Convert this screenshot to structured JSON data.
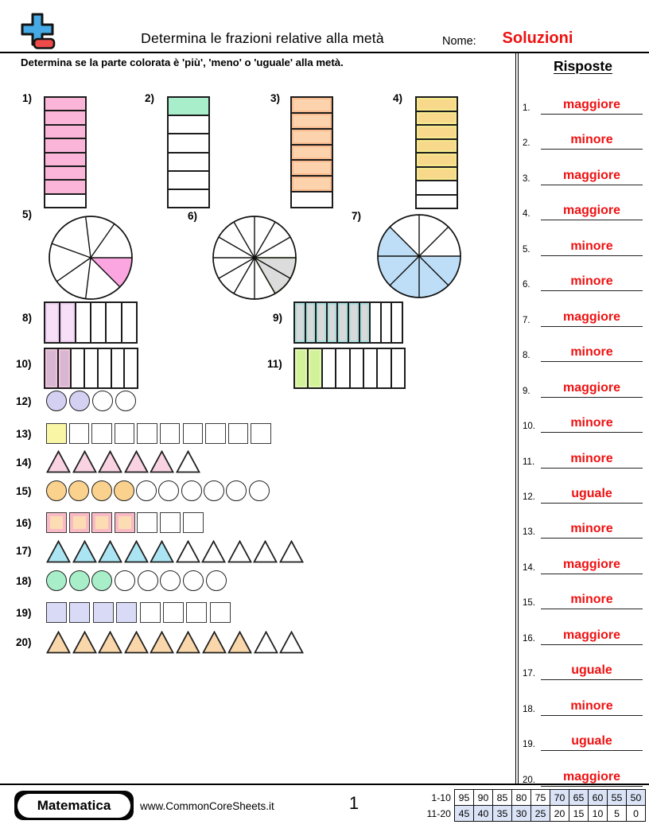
{
  "header": {
    "title": "Determina le frazioni relative alla metà",
    "name_label": "Nome:",
    "solution_text": "Soluzioni",
    "accent_red": "#ee1111"
  },
  "instruction": "Determina se la parte colorata è 'più', 'meno' o 'uguale' alla metà.",
  "answers_panel": {
    "title": "Risposte",
    "items": [
      {
        "num": "1.",
        "value": "maggiore"
      },
      {
        "num": "2.",
        "value": "minore"
      },
      {
        "num": "3.",
        "value": "maggiore"
      },
      {
        "num": "4.",
        "value": "maggiore"
      },
      {
        "num": "5.",
        "value": "minore"
      },
      {
        "num": "6.",
        "value": "minore"
      },
      {
        "num": "7.",
        "value": "maggiore"
      },
      {
        "num": "8.",
        "value": "minore"
      },
      {
        "num": "9.",
        "value": "maggiore"
      },
      {
        "num": "10.",
        "value": "minore"
      },
      {
        "num": "11.",
        "value": "minore"
      },
      {
        "num": "12.",
        "value": "uguale"
      },
      {
        "num": "13.",
        "value": "minore"
      },
      {
        "num": "14.",
        "value": "maggiore"
      },
      {
        "num": "15.",
        "value": "minore"
      },
      {
        "num": "16.",
        "value": "maggiore"
      },
      {
        "num": "17.",
        "value": "uguale"
      },
      {
        "num": "18.",
        "value": "minore"
      },
      {
        "num": "19.",
        "value": "uguale"
      },
      {
        "num": "20.",
        "value": "maggiore"
      }
    ]
  },
  "problems": [
    {
      "num": "1)",
      "type": "vbar",
      "total": 8,
      "filled": 7,
      "color": "#fbb5d8"
    },
    {
      "num": "2)",
      "type": "vbar",
      "total": 6,
      "filled": 1,
      "color": "#a9eecb"
    },
    {
      "num": "3)",
      "type": "vbar",
      "total": 7,
      "filled": 6,
      "color": "#fcd3ac",
      "ring": "#f8bb8f"
    },
    {
      "num": "4)",
      "type": "vbar",
      "total": 8,
      "filled": 6,
      "color": "#f8d88b",
      "ring": "#f4e98c"
    },
    {
      "num": "5)",
      "type": "pie",
      "boundaries": [
        0,
        55,
        97,
        160,
        215,
        263,
        315
      ],
      "filled_ranges": [
        [
          315,
          360
        ]
      ],
      "color": "#fca6e1"
    },
    {
      "num": "6)",
      "type": "pie",
      "boundaries": [
        0,
        30,
        60,
        90,
        120,
        150,
        180,
        210,
        240,
        270,
        300,
        330
      ],
      "filled_ranges": [
        [
          300,
          360
        ]
      ],
      "color": "#dcdcdc",
      "ring": "#c3d6a6"
    },
    {
      "num": "7)",
      "type": "pie",
      "boundaries": [
        0,
        45,
        90,
        135,
        180,
        225,
        270,
        315
      ],
      "filled_ranges": [
        [
          135,
          360
        ]
      ],
      "color": "#bedef7"
    },
    {
      "num": "8)",
      "type": "hbar",
      "total": 6,
      "filled": 2,
      "color": "#f8dff8",
      "ring": "#eed0f2"
    },
    {
      "num": "9)",
      "type": "hbar",
      "total": 10,
      "filled": 7,
      "color": "#d9d9d9",
      "ring": "#a9dedd"
    },
    {
      "num": "10)",
      "type": "hbar",
      "total": 7,
      "filled": 2,
      "color": "#d9b7d3",
      "ring": "#ecc3da"
    },
    {
      "num": "11)",
      "type": "hbar",
      "total": 8,
      "filled": 2,
      "color": "#d1f299",
      "ring": "#e4f7b4"
    },
    {
      "num": "12)",
      "type": "shapes",
      "shape": "circle",
      "total": 4,
      "filled": 2,
      "color": "#d3d0f2"
    },
    {
      "num": "13)",
      "type": "shapes",
      "shape": "square",
      "total": 10,
      "filled": 1,
      "color": "#f9f6a6"
    },
    {
      "num": "14)",
      "type": "shapes",
      "shape": "triangle",
      "total": 6,
      "filled": 5,
      "color": "#f9d3e2"
    },
    {
      "num": "15)",
      "type": "shapes",
      "shape": "circle",
      "total": 10,
      "filled": 4,
      "color": "#fad28e"
    },
    {
      "num": "16)",
      "type": "shapes",
      "shape": "square",
      "total": 7,
      "filled": 4,
      "color": "#fcdcb2",
      "ring": "#f9bac6"
    },
    {
      "num": "17)",
      "type": "shapes",
      "shape": "triangle",
      "total": 10,
      "filled": 5,
      "color": "#abe5f3"
    },
    {
      "num": "18)",
      "type": "shapes",
      "shape": "circle",
      "total": 8,
      "filled": 3,
      "color": "#a7eec9"
    },
    {
      "num": "19)",
      "type": "shapes",
      "shape": "square",
      "total": 8,
      "filled": 4,
      "color": "#d9daf5"
    },
    {
      "num": "20)",
      "type": "shapes",
      "shape": "triangle",
      "total": 10,
      "filled": 8,
      "color": "#fad7aa"
    }
  ],
  "footer": {
    "brand": "Matematica",
    "website": "www.CommonCoreSheets.it",
    "page_number": "1",
    "score_table": {
      "highlight_color": "#dbe4f7",
      "rows": [
        {
          "label": "1-10",
          "values": [
            "95",
            "90",
            "85",
            "80",
            "75",
            "70",
            "65",
            "60",
            "55",
            "50"
          ],
          "highlighted": [
            false,
            false,
            false,
            false,
            false,
            true,
            true,
            true,
            true,
            true
          ]
        },
        {
          "label": "11-20",
          "values": [
            "45",
            "40",
            "35",
            "30",
            "25",
            "20",
            "15",
            "10",
            "5",
            "0"
          ],
          "highlighted": [
            true,
            true,
            true,
            true,
            true,
            false,
            false,
            false,
            false,
            false
          ]
        }
      ]
    }
  }
}
